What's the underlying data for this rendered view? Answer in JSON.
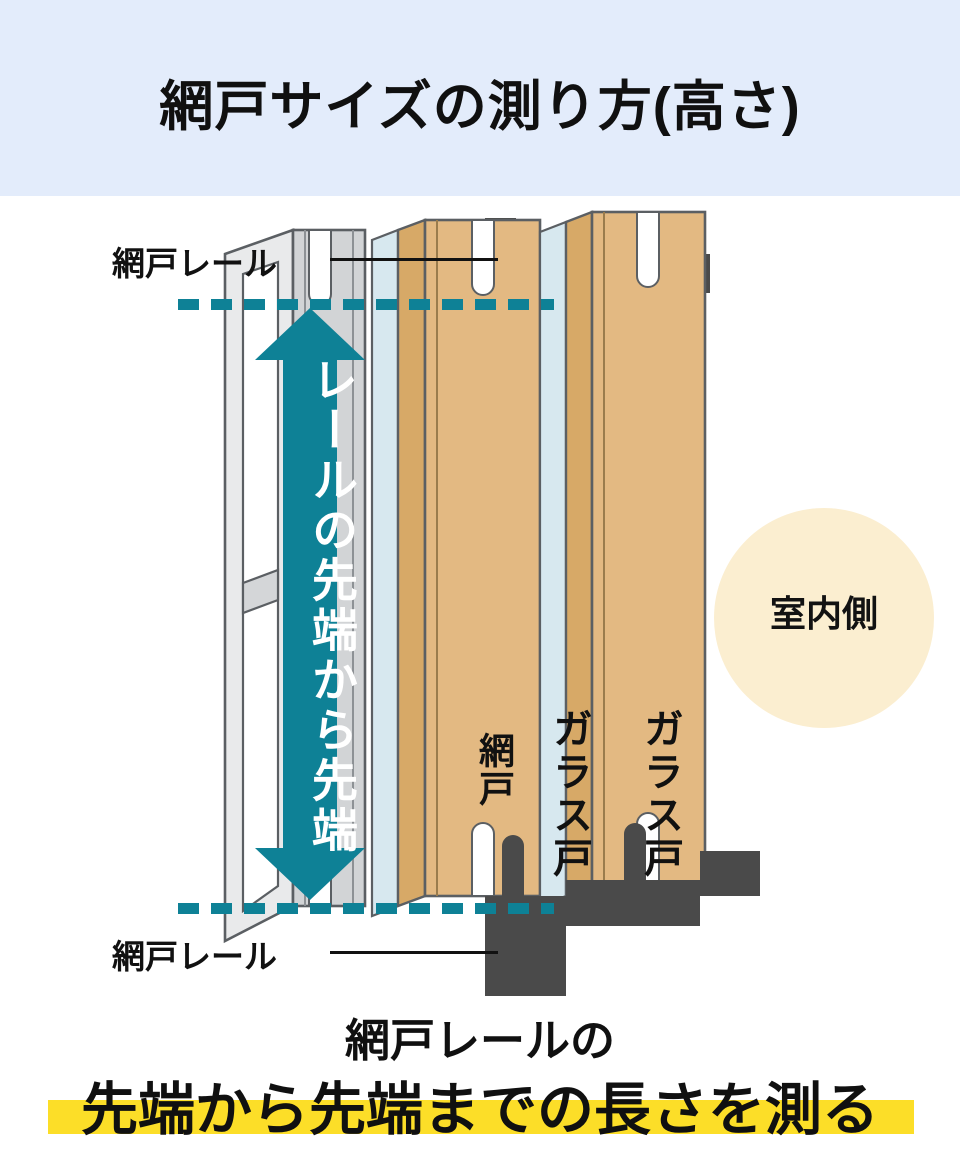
{
  "header": {
    "title": "網戸サイズの測り方(高さ)",
    "background_color": "#e3ecfb"
  },
  "diagram": {
    "measure_arrow": {
      "label": "レールの先端から先端",
      "color": "#0e8196",
      "direction": "double-vertical"
    },
    "guides": {
      "dash_color": "#0e8196",
      "top_label": "網戸レール",
      "bottom_label": "網戸レール"
    },
    "panels": [
      {
        "name": "screen-door",
        "label": "網戸",
        "color": "#d2d4d6"
      },
      {
        "name": "glass-door-1",
        "label": "ガラス戸",
        "color": "#e3b982"
      },
      {
        "name": "glass-door-2",
        "label": "ガラス戸",
        "color": "#e3b982"
      }
    ],
    "indoor_marker": {
      "label": "室内側",
      "color": "#fbeed0"
    },
    "frame_color": "#4a4a4a",
    "glass_color": "#d7e8ef"
  },
  "caption": {
    "line1": "網戸レールの",
    "line2": "先端から先端までの長さを測る",
    "highlight_color": "#fcde28"
  }
}
